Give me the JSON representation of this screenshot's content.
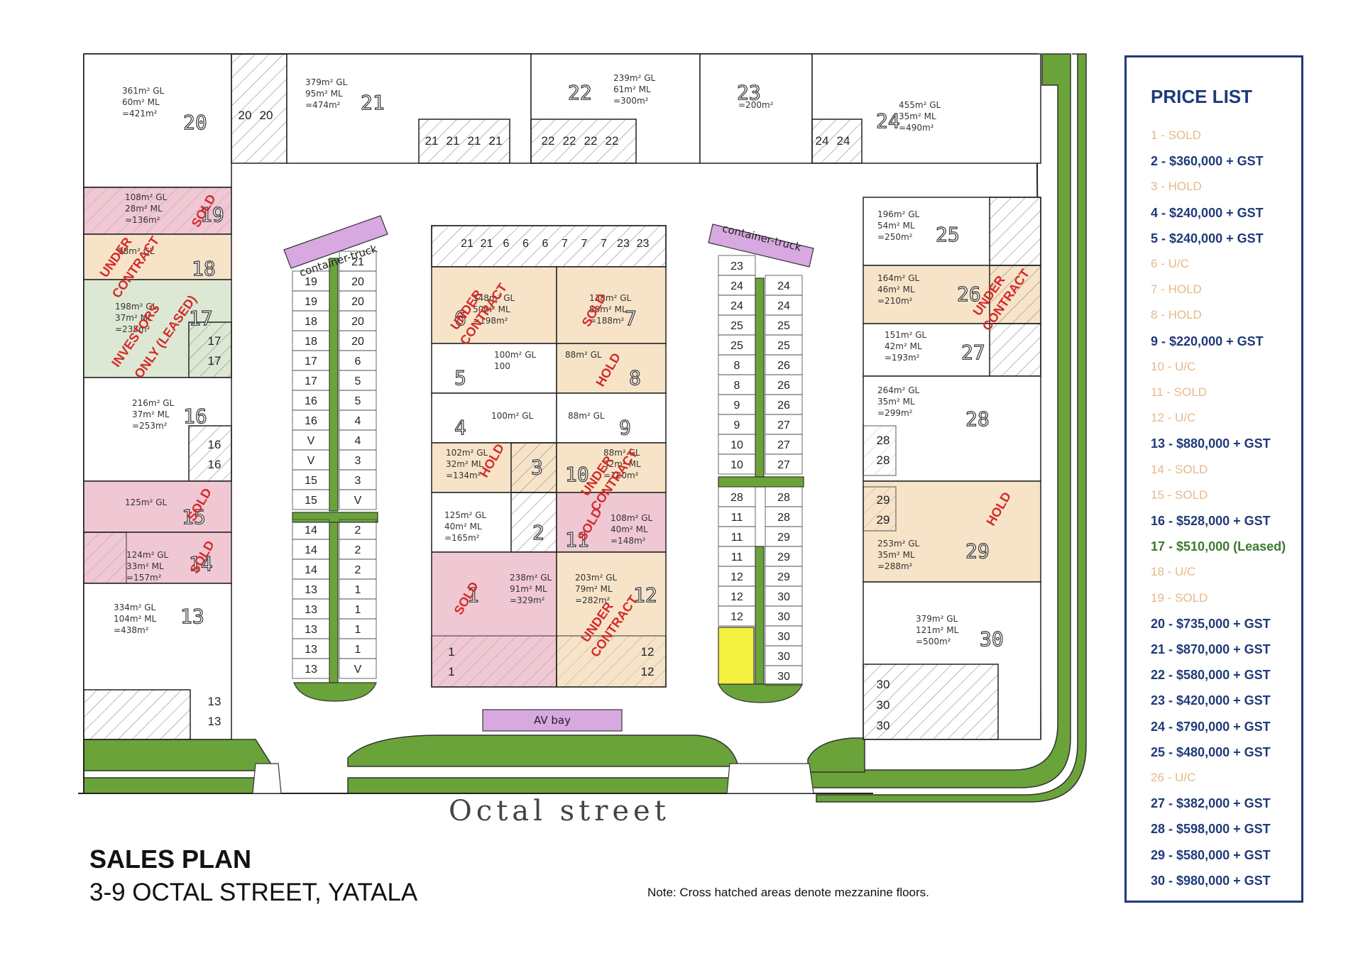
{
  "colors": {
    "sold": "#f0c8d4",
    "under_contract": "#f7e4c8",
    "leased": "#dde8d4",
    "hold": "#f7e4c8",
    "green": "#6aa33a",
    "violet": "#d8a8e0",
    "stamp_red": "#d42a2a",
    "navy": "#1f3a7a",
    "faded": "#e6b98a",
    "lease_green": "#3b7a2e",
    "yellow": "#f4f040"
  },
  "street_name": "Octal street",
  "sales_plan_title": "SALES PLAN",
  "sales_plan_address": "3-9 OCTAL STREET, YATALA",
  "note": "Note: Cross hatched areas denote mezzanine floors.",
  "av_bay": "AV bay",
  "container_left": "container-truck",
  "container_right": "container-truck",
  "price_list": {
    "title": "PRICE LIST",
    "items": [
      {
        "lot": "1",
        "text": " - SOLD",
        "style": "faded"
      },
      {
        "lot": "2",
        "text": " - $360,000 + GST",
        "style": "navy"
      },
      {
        "lot": "3",
        "text": " - HOLD",
        "style": "faded"
      },
      {
        "lot": "4",
        "text": " - $240,000 + GST",
        "style": "navy"
      },
      {
        "lot": "5",
        "text": " - $240,000 + GST",
        "style": "navy"
      },
      {
        "lot": "6",
        "text": " - U/C",
        "style": "faded"
      },
      {
        "lot": "7",
        "text": " - HOLD",
        "style": "faded"
      },
      {
        "lot": "8",
        "text": " - HOLD",
        "style": "faded"
      },
      {
        "lot": "9",
        "text": " - $220,000 + GST",
        "style": "navy"
      },
      {
        "lot": "10",
        "text": " - U/C",
        "style": "faded"
      },
      {
        "lot": "11",
        "text": " - SOLD",
        "style": "faded"
      },
      {
        "lot": "12",
        "text": " - U/C",
        "style": "faded"
      },
      {
        "lot": "13",
        "text": " - $880,000 + GST",
        "style": "navy"
      },
      {
        "lot": "14",
        "text": " - SOLD",
        "style": "faded"
      },
      {
        "lot": "15",
        "text": " - SOLD",
        "style": "faded"
      },
      {
        "lot": "16",
        "text": " - $528,000 + GST",
        "style": "navy"
      },
      {
        "lot": "17",
        "text": " - $510,000 (Leased)",
        "style": "lease"
      },
      {
        "lot": "18",
        "text": " - U/C",
        "style": "faded"
      },
      {
        "lot": "19",
        "text": " - SOLD",
        "style": "faded"
      },
      {
        "lot": "20",
        "text": " - $735,000 + GST",
        "style": "navy"
      },
      {
        "lot": "21",
        "text": " - $870,000 + GST",
        "style": "navy"
      },
      {
        "lot": "22",
        "text": " - $580,000 + GST",
        "style": "navy"
      },
      {
        "lot": "23",
        "text": " - $420,000 + GST",
        "style": "navy"
      },
      {
        "lot": "24",
        "text": " - $790,000 + GST",
        "style": "navy"
      },
      {
        "lot": "25",
        "text": " - $480,000 + GST",
        "style": "navy"
      },
      {
        "lot": "26",
        "text": " - U/C",
        "style": "faded"
      },
      {
        "lot": "27",
        "text": " - $382,000 + GST",
        "style": "navy"
      },
      {
        "lot": "28",
        "text": " - $598,000 + GST",
        "style": "navy"
      },
      {
        "lot": "29",
        "text": " - $580,000 + GST",
        "style": "navy"
      },
      {
        "lot": "30",
        "text": " - $980,000 + GST",
        "style": "navy"
      }
    ]
  },
  "stamps": {
    "sold": "SOLD",
    "hold": "HOLD",
    "under": "UNDER",
    "contract": "CONTRACT",
    "investors": "INVESTORS",
    "only_leased": "ONLY (LEASED)"
  },
  "units": {
    "u20": {
      "num": "20",
      "l1": "361m² GL",
      "l2": "60m² ML",
      "l3": "=421m²"
    },
    "u21": {
      "num": "21",
      "l1": "379m² GL",
      "l2": "95m² ML",
      "l3": "=474m²"
    },
    "u22": {
      "num": "22",
      "l1": "239m² GL",
      "l2": "61m² ML",
      "l3": "=300m²"
    },
    "u23": {
      "num": "23",
      "l1": "=200m²"
    },
    "u24": {
      "num": "24",
      "l1": "455m² GL",
      "l2": "35m² ML",
      "l3": "=490m²"
    },
    "u19": {
      "num": "19",
      "l1": "108m² GL",
      "l2": "28m² ML",
      "l3": "=136m²"
    },
    "u18": {
      "num": "18",
      "l1": "98m² GL"
    },
    "u17": {
      "num": "17",
      "l1": "198m² GL",
      "l2": "37m² ML",
      "l3": "=235m²"
    },
    "u16": {
      "num": "16",
      "l1": "216m² GL",
      "l2": "37m² ML",
      "l3": "=253m²"
    },
    "u15": {
      "num": "15",
      "l1": "125m² GL"
    },
    "u14": {
      "num": "14",
      "l1": "124m² GL",
      "l2": "33m² ML",
      "l3": "=157m²"
    },
    "u13": {
      "num": "13",
      "l1": "334m² GL",
      "l2": "104m² ML",
      "l3": "=438m²"
    },
    "u6": {
      "num": "6",
      "l1": "148m² GL",
      "l2": "50m² ML",
      "l3": "=198m²"
    },
    "u7": {
      "num": "7",
      "l1": "138m² GL",
      "l2": "50m² ML",
      "l3": "=188m²"
    },
    "u5": {
      "num": "5",
      "l1": "100m² GL",
      "l2": "100"
    },
    "u8": {
      "num": "8",
      "l1": "88m² GL"
    },
    "u4": {
      "num": "4",
      "l1": "100m² GL"
    },
    "u9": {
      "num": "9",
      "l1": "88m² GL"
    },
    "u3": {
      "num": "3",
      "l1": "102m² GL",
      "l2": "32m² ML",
      "l3": "=134m²"
    },
    "u10": {
      "num": "10",
      "l1": "88m² GL",
      "l2": "32m² ML",
      "l3": "=120m²"
    },
    "u2": {
      "num": "2",
      "l1": "125m² GL",
      "l2": "40m² ML",
      "l3": "=165m²"
    },
    "u11": {
      "num": "11",
      "l1": "108m² GL",
      "l2": "40m² ML",
      "l3": "=148m²"
    },
    "u1": {
      "num": "1",
      "l1": "238m² GL",
      "l2": "91m² ML",
      "l3": "=329m²"
    },
    "u12": {
      "num": "12",
      "l1": "203m² GL",
      "l2": "79m² ML",
      "l3": "=282m²"
    },
    "u25": {
      "num": "25",
      "l1": "196m² GL",
      "l2": "54m² ML",
      "l3": "=250m²"
    },
    "u26": {
      "num": "26",
      "l1": "164m² GL",
      "l2": "46m² ML",
      "l3": "=210m²"
    },
    "u27": {
      "num": "27",
      "l1": "151m² GL",
      "l2": "42m² ML",
      "l3": "=193m²"
    },
    "u28": {
      "num": "28",
      "l1": "264m² GL",
      "l2": "35m² ML",
      "l3": "=299m²"
    },
    "u29": {
      "num": "29",
      "l1": "253m² GL",
      "l2": "35m² ML",
      "l3": "=288m²"
    },
    "u30": {
      "num": "30",
      "l1": "379m² GL",
      "l2": "121m² ML",
      "l3": "=500m²"
    }
  },
  "parking": {
    "left_col_a": [
      "19",
      "19",
      "18",
      "18",
      "17",
      "17",
      "16",
      "16",
      "V",
      "V",
      "15",
      "15"
    ],
    "left_col_b": [
      "21",
      "20",
      "20",
      "20",
      "20",
      "6",
      "5",
      "5",
      "4",
      "4",
      "3",
      "3",
      "V"
    ],
    "left_low_a": [
      "14",
      "14",
      "14",
      "13",
      "13",
      "13",
      "13",
      "13"
    ],
    "left_low_b": [
      "2",
      "2",
      "2",
      "1",
      "1",
      "1",
      "1",
      "V"
    ],
    "right_col_a": [
      "23",
      "24",
      "24",
      "25",
      "25",
      "8",
      "8",
      "9",
      "9",
      "10",
      "10"
    ],
    "right_col_b": [
      "24",
      "24",
      "25",
      "25",
      "26",
      "26",
      "26",
      "27",
      "27",
      "27"
    ],
    "right_low_a": [
      "28",
      "11",
      "11",
      "11",
      "12",
      "12",
      "12"
    ],
    "right_low_b": [
      "28",
      "28",
      "29",
      "29",
      "29",
      "30",
      "30",
      "30",
      "30",
      "30"
    ],
    "top_central": [
      "21",
      "21",
      "6",
      "6",
      "6",
      "7",
      "7",
      "7",
      "23",
      "23"
    ],
    "row21": [
      "21",
      "21",
      "21",
      "21"
    ],
    "row22": [
      "22",
      "22",
      "22",
      "22"
    ],
    "pair20": [
      "20",
      "20"
    ],
    "pair24": [
      "24",
      "24"
    ],
    "pair17": [
      "17",
      "17"
    ],
    "pair16": [
      "16",
      "16"
    ],
    "pair13": [
      "13",
      "13"
    ],
    "pair1": [
      "1",
      "1"
    ],
    "pair12": [
      "12",
      "12"
    ],
    "pair28": [
      "28",
      "28"
    ],
    "pair29": [
      "29",
      "29"
    ],
    "trio30": [
      "30",
      "30",
      "30"
    ]
  }
}
